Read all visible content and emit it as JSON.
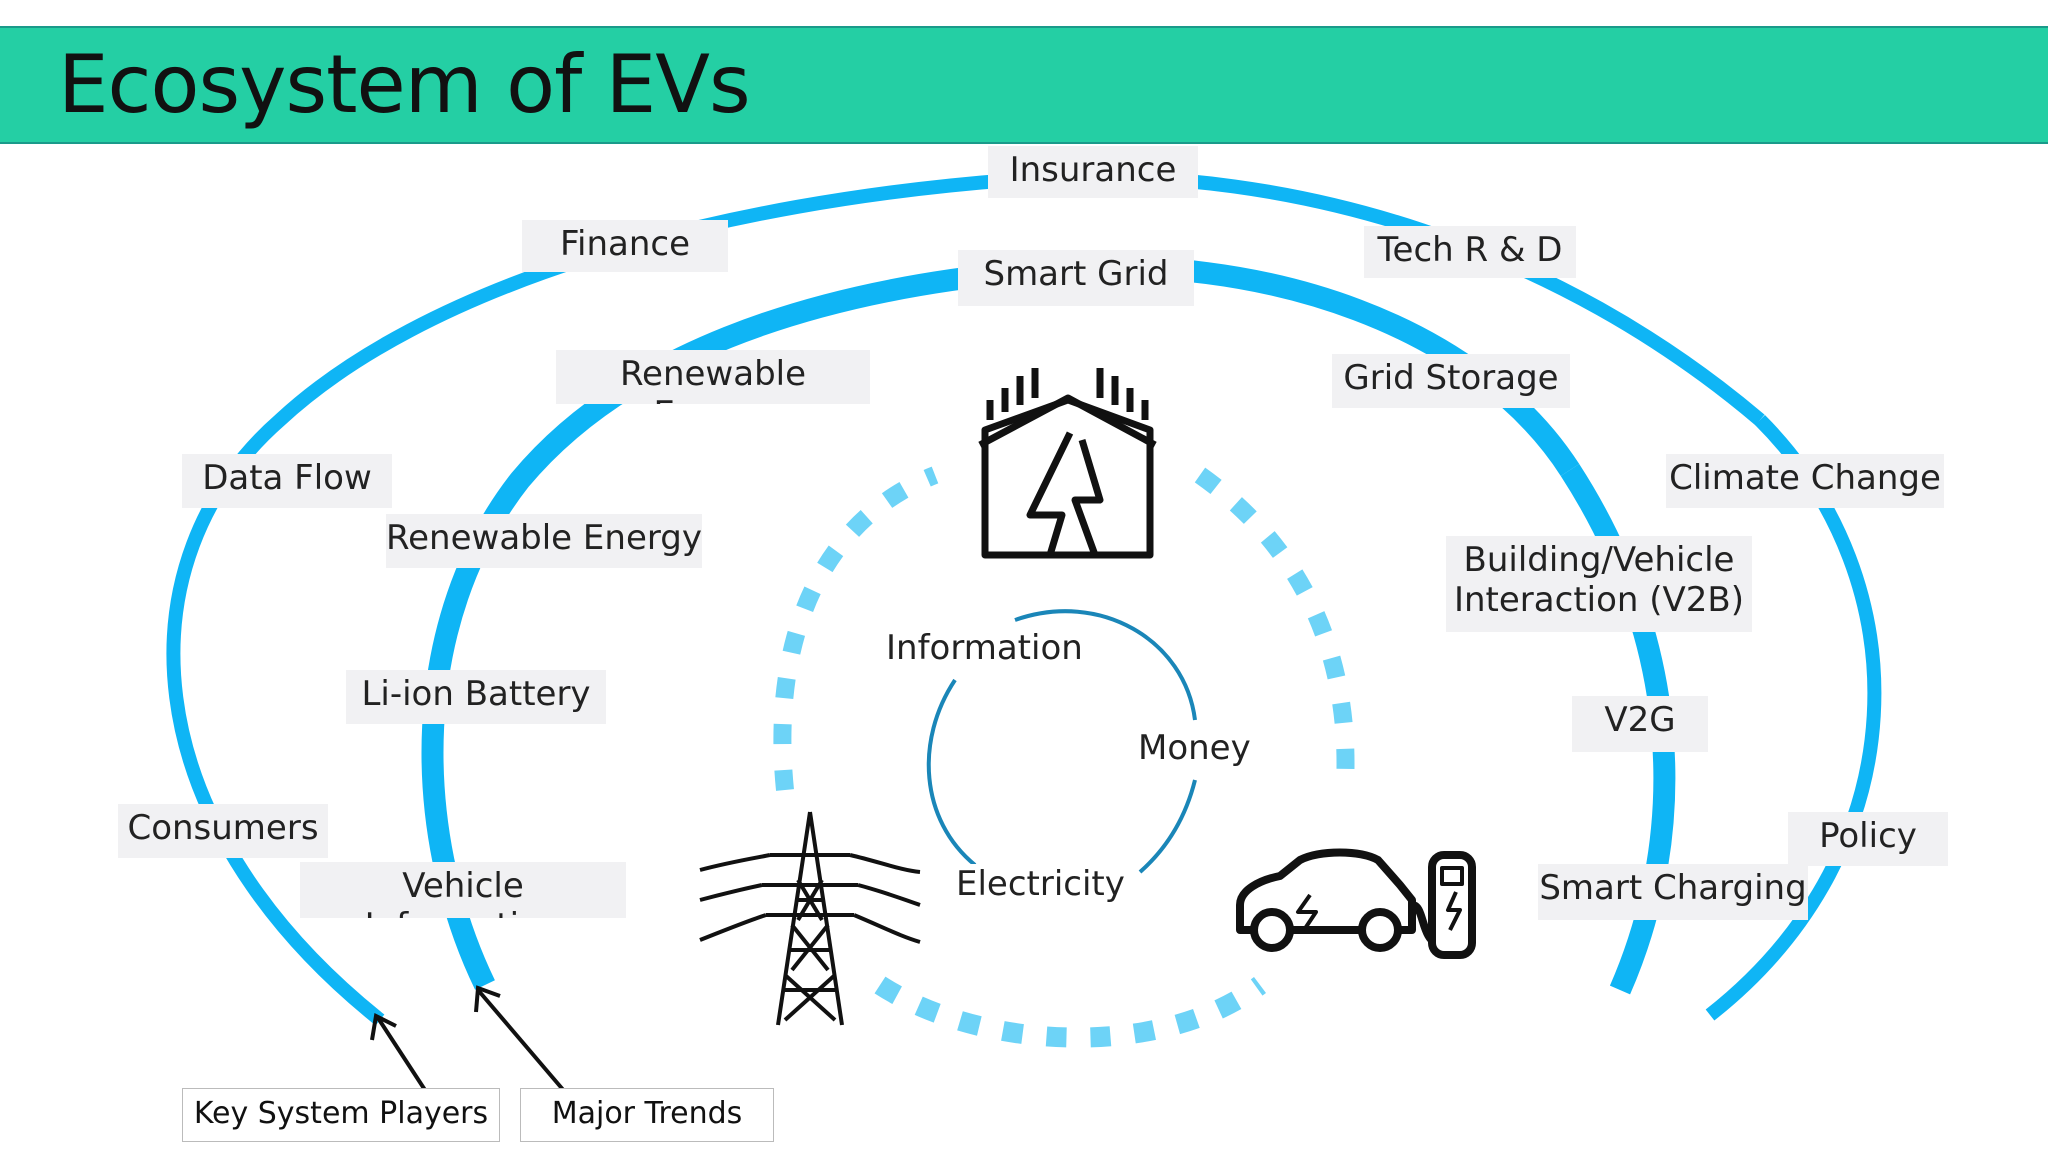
{
  "title": "Ecosystem of EVs",
  "colors": {
    "header": "#24cfa4",
    "ring": "#0fb5f5",
    "dashes": "#6dd3f7",
    "inner_cycle": "#1a86b8"
  },
  "key_system_players": {
    "insurance": "Insurance",
    "finance": "Finance",
    "tech_rd": "Tech R & D",
    "data_flow": "Data Flow",
    "climate": "Climate Change",
    "consumers": "Consumers",
    "policy": "Policy"
  },
  "major_trends": {
    "smart_grid": "Smart Grid",
    "renewable_1": "Renewable Energy",
    "grid_storage": "Grid Storage",
    "renewable_2": "Renewable Energy",
    "building_vehicle": "Building/Vehicle Interaction (V2B)",
    "li_ion": "Li-ion Battery",
    "v2g": "V2G",
    "vehicle_info": "Vehicle Information",
    "smart_charging": "Smart Charging"
  },
  "flows": {
    "information": "Information",
    "money": "Money",
    "electricity": "Electricity"
  },
  "icons": [
    "house-lightning-icon",
    "power-tower-icon",
    "ev-charging-icon"
  ],
  "legend": {
    "key_system_players": "Key System Players",
    "major_trends": "Major Trends"
  }
}
